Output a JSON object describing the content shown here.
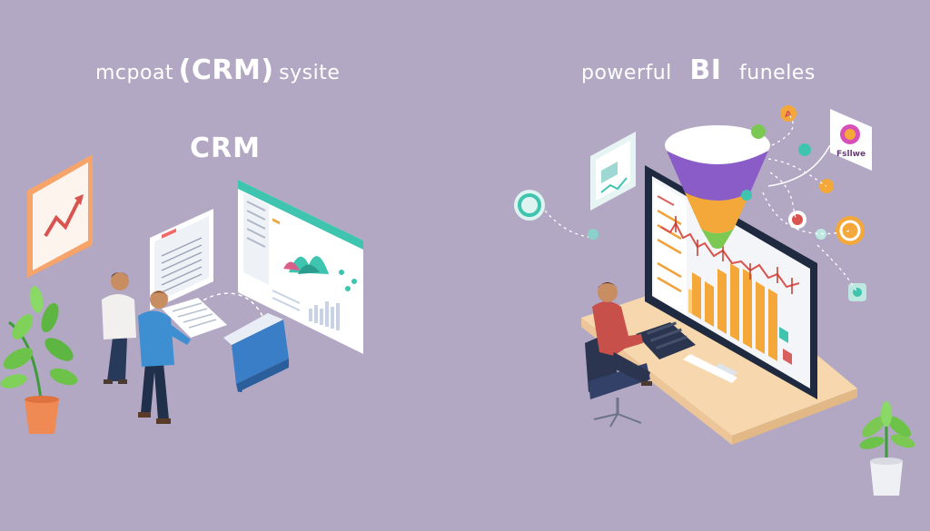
{
  "left_panel": {
    "heading_pre": "mcpoat",
    "heading_main": "(CRM)",
    "heading_post": "sysite",
    "crm_label": "CRM"
  },
  "right_panel": {
    "heading_pre": "powerful",
    "heading_main": "BI",
    "heading_post": "funeles",
    "badge_text": "Fsllwe"
  },
  "colors": {
    "background": "#b2a8c4",
    "accent_teal": "#3fc4b0",
    "accent_orange": "#f0a23a",
    "accent_purple": "#8a5cc8"
  }
}
